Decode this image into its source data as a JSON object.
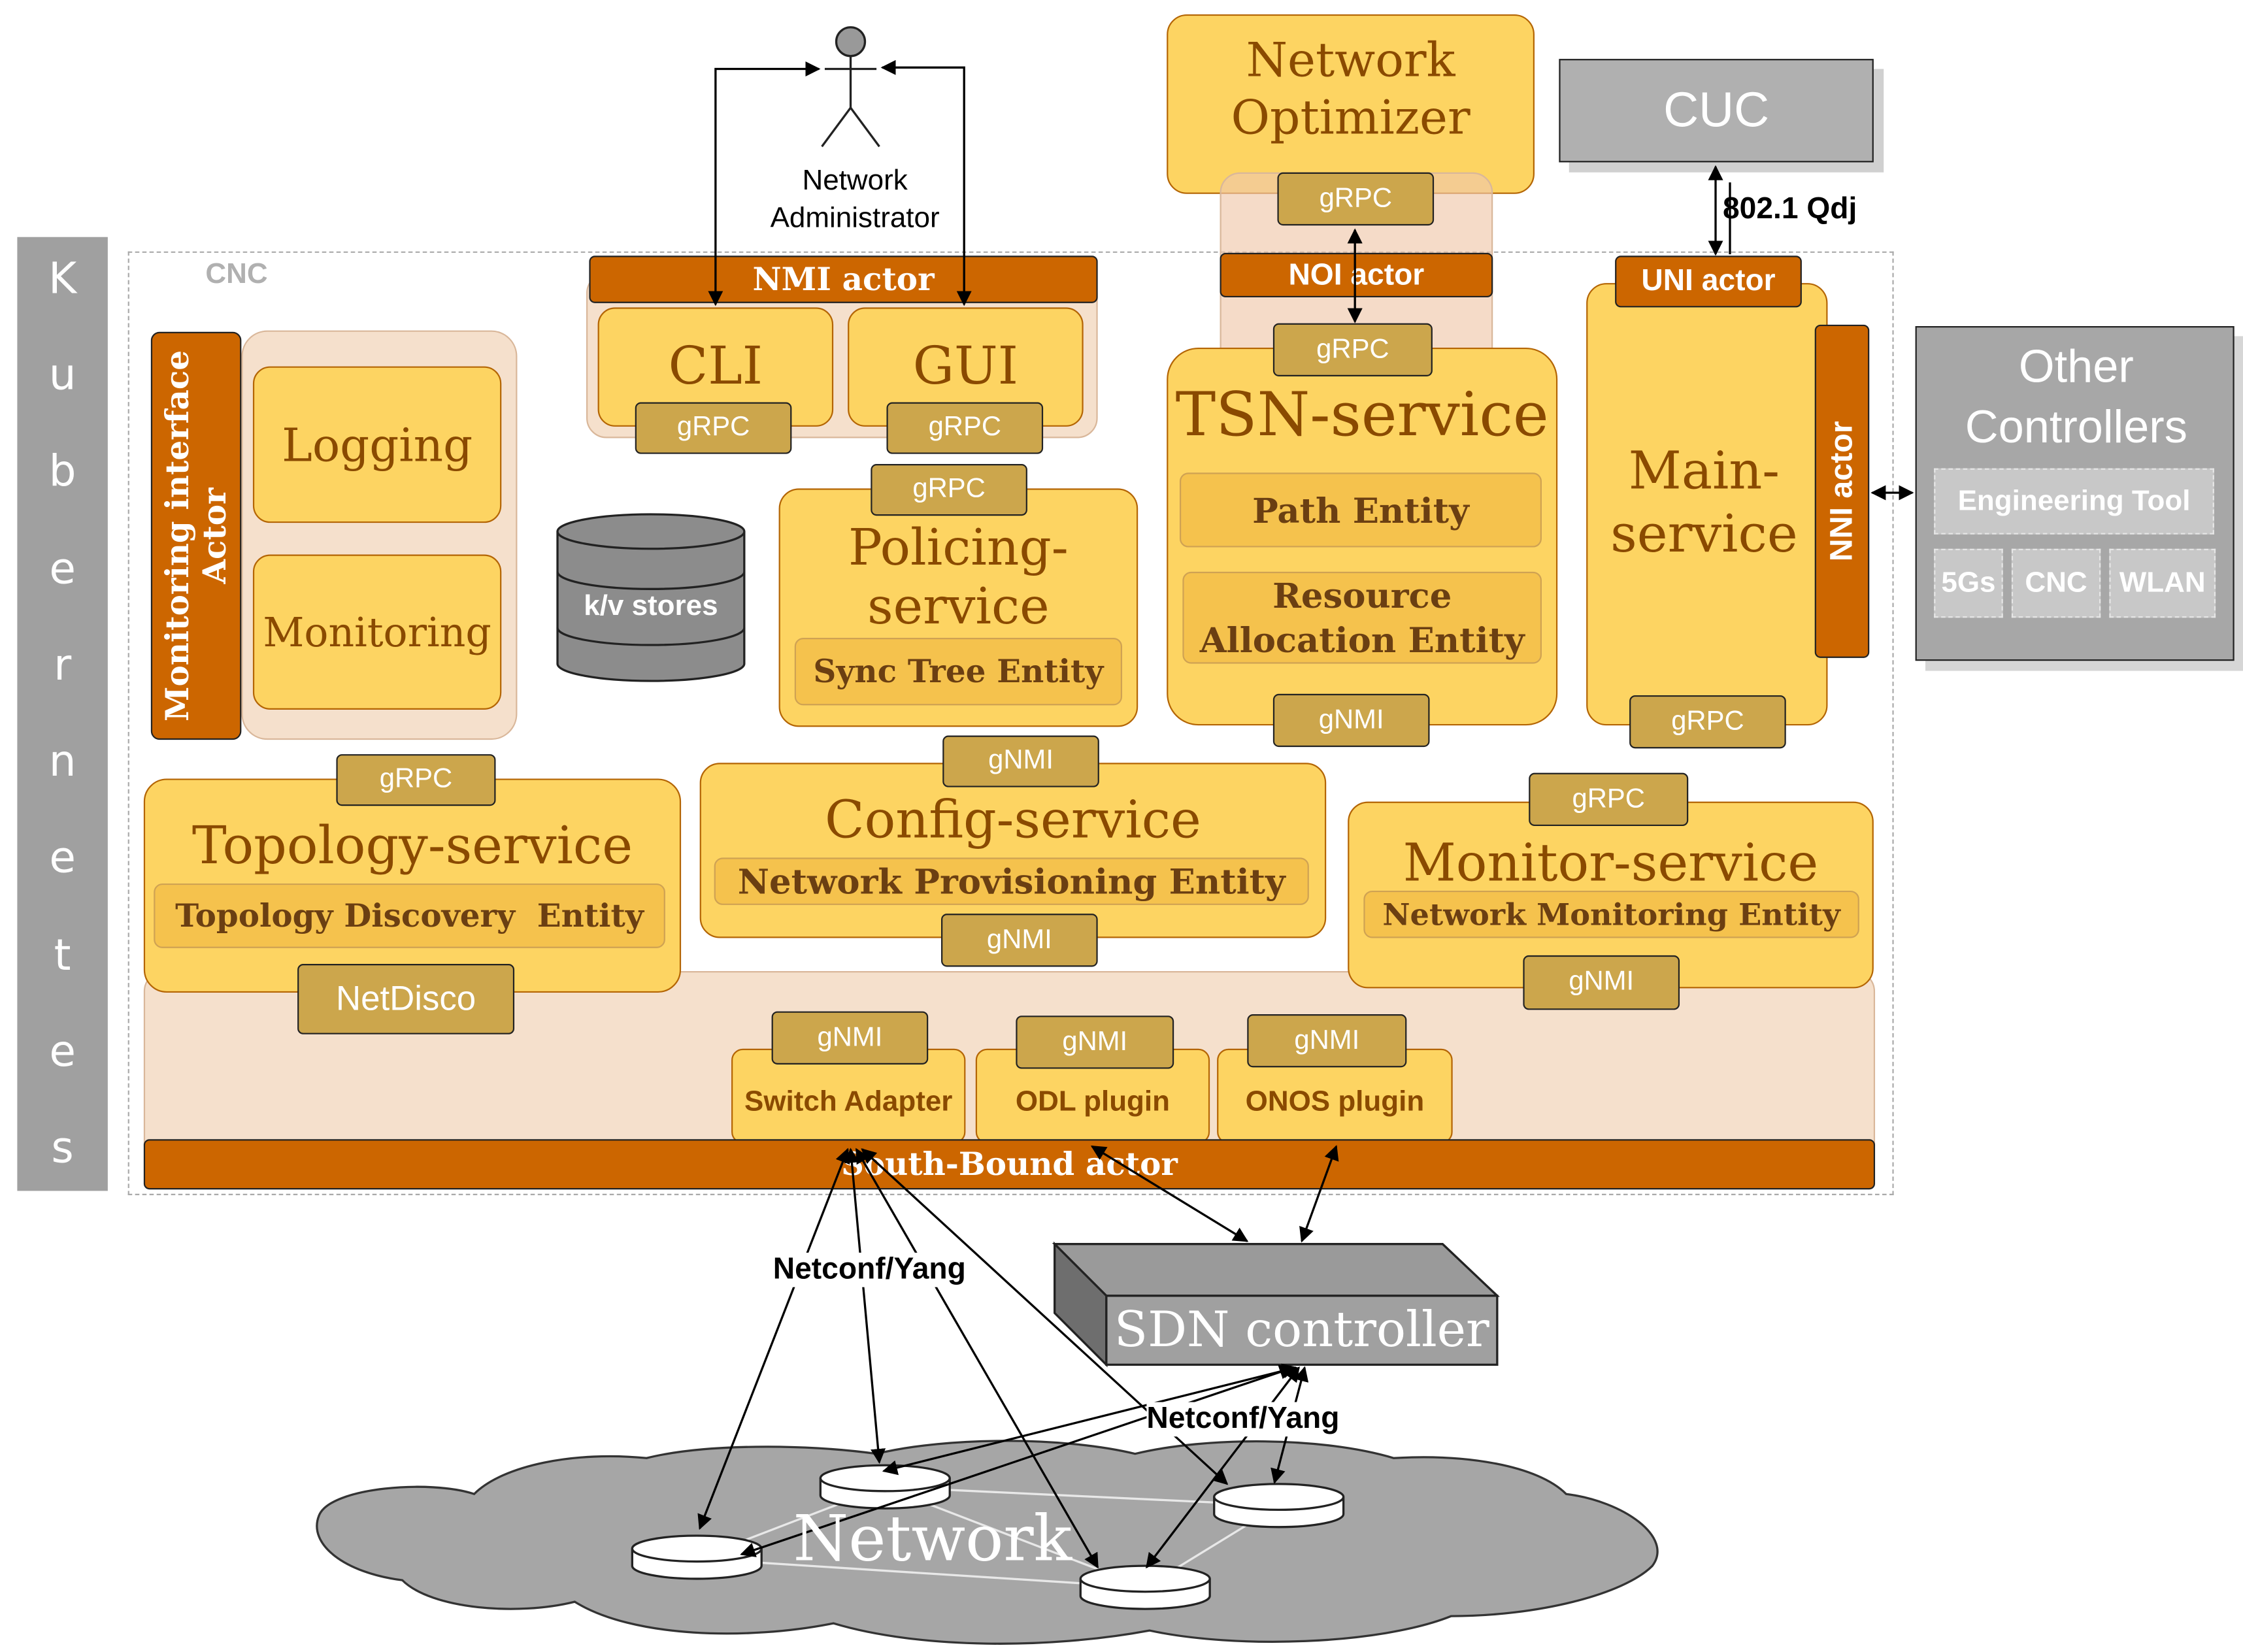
{
  "kubernetes_label": "Kubernetes",
  "cnc_label": "CNC",
  "network_admin": {
    "line1": "Network",
    "line2": "Administrator"
  },
  "nmi_actor": "NMI actor",
  "cli": "CLI",
  "gui": "GUI",
  "grpc": "gRPC",
  "gnmi": "gNMI",
  "network_optimizer": {
    "line1": "Network",
    "line2": "Optimizer"
  },
  "noi_actor": "NOI actor",
  "cuc": "CUC",
  "qdj_label": "802.1 Qdj",
  "uni_actor": "UNI actor",
  "nni_actor": "NNI actor",
  "main_service": {
    "line1": "Main-",
    "line2": "service"
  },
  "tsn_service": {
    "title": "TSN-service",
    "path_entity": "Path Entity",
    "resource_line1": "Resource",
    "resource_line2": "Allocation Entity"
  },
  "monitoring_actor": {
    "line1": "Monitoring interface",
    "line2": "Actor"
  },
  "logging": "Logging",
  "monitoring": "Monitoring",
  "kv_stores": "k/v stores",
  "policing_service": {
    "line1": "Policing-",
    "line2": "service",
    "entity": "Sync Tree Entity"
  },
  "topology_service": {
    "title": "Topology-service",
    "entity": "Topology Discovery  Entity",
    "netdisco": "NetDisco"
  },
  "config_service": {
    "title": "Config-service",
    "entity": "Network Provisioning Entity"
  },
  "monitor_service": {
    "title": "Monitor-service",
    "entity": "Network Monitoring Entity"
  },
  "adapters": {
    "switch": "Switch Adapter",
    "odl": "ODL plugin",
    "onos": "ONOS plugin"
  },
  "south_bound_actor": "South-Bound actor",
  "other_controllers": {
    "line1": "Other",
    "line2": "Controllers",
    "engineering_tool": "Engineering Tool",
    "fivegs": "5Gs",
    "cnc": "CNC",
    "wlan": "WLAN"
  },
  "sdn_controller": "SDN controller",
  "netconf_yang": "Netconf/Yang",
  "network_cloud": "Network",
  "colors": {
    "service_fill": "#fdd462",
    "actor_fill": "#cc6600",
    "grpc_fill": "#cca64c",
    "peach": "#f5e0cc",
    "grey": "#b0b0b0"
  }
}
